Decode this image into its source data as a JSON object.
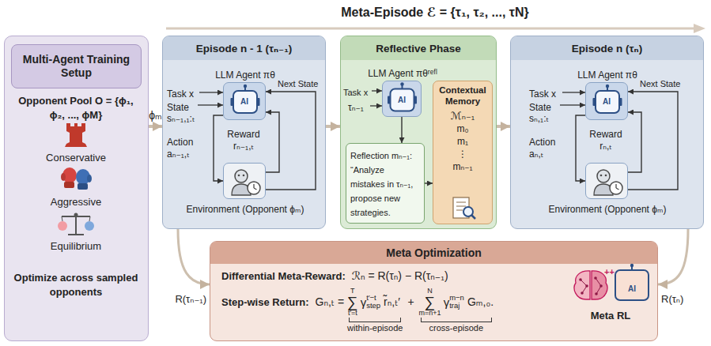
{
  "diagram": {
    "title": "Meta-Episode ℰ = {τ₁, τ₂, ..., τN}",
    "nodes": [
      {
        "text": [
          "Opponent Pool O = {ϕ₁, ϕ₂, ..., ϕM}",
          "Conservative",
          "Aggressive",
          "Equilibrium",
          "Optimize across sampled opponents"
        ]
      },
      {
        "text": [
          "Multi-Agent Training Setup"
        ],
        "in": 0
      },
      {
        "text": [
          "Episode n - 1 (τₙ₋₁)"
        ]
      },
      {
        "text": [
          "LLM Agent πθ",
          "AI"
        ],
        "in": 2
      },
      {
        "text": [
          "Environment (Opponent ϕₘ)"
        ],
        "in": 2
      },
      {
        "text": [
          "Reflective Phase"
        ]
      },
      {
        "text": [
          "LLM Agent πθʳᵉᶠˡ",
          "AI"
        ],
        "in": 5
      },
      {
        "text": [
          "Reflection mₙ₋₁: “Analyze mistakes in τₙ₋₁, propose new strategies."
        ],
        "in": 5
      },
      {
        "text": [
          "Contextual Memory",
          "ℳₙ₋₁",
          "m₀",
          "m₁",
          "⋮",
          "mₙ₋₁"
        ],
        "in": 5
      },
      {
        "text": [
          "Episode n (τₙ)"
        ]
      },
      {
        "text": [
          "LLM Agent πθ",
          "AI"
        ],
        "in": 9
      },
      {
        "text": [
          "Environment (Opponent ϕₘ)"
        ],
        "in": 9
      },
      {
        "text": [
          "Meta Optimization",
          "Differential Meta-Reward:",
          "ℛₙ = R(τₙ) − R(τₙ₋₁)",
          "Step-wise Return:",
          "Gₙ,ₜ =",
          "T",
          "∑",
          "t′=t",
          "γ",
          "step",
          "t′−t",
          "r̃ₙ,ₜ′",
          "+",
          "N",
          "∑",
          "m=n+1",
          "γ",
          "traj",
          "m−n",
          "Gₘ,₀.",
          "within-episode",
          "cross-episode",
          "Meta RL"
        ]
      }
    ],
    "edges": [
      {
        "from": 0,
        "to": 2,
        "arrow": "to",
        "label": "ϕₘ"
      },
      {
        "from": 2,
        "to": 5,
        "arrow": "to"
      },
      {
        "from": 5,
        "to": 9,
        "arrow": "to"
      },
      {
        "from": 3,
        "to": 4,
        "arrow": "to"
      },
      {
        "from": 4,
        "to": 3,
        "arrow": "to"
      },
      {
        "from": 4,
        "to": 3,
        "arrow": "to"
      },
      {
        "from": 6,
        "to": 7,
        "arrow": "to"
      },
      {
        "from": 7,
        "to": 8,
        "arrow": "to"
      },
      {
        "from": 10,
        "to": 11,
        "arrow": "to"
      },
      {
        "from": 11,
        "to": 10,
        "arrow": "to"
      },
      {
        "from": 11,
        "to": 10,
        "arrow": "to"
      },
      {
        "from": 2,
        "to": 12,
        "arrow": "to",
        "label": "R(τₙ₋₁)"
      },
      {
        "from": 9,
        "to": 12,
        "arrow": "to",
        "label": "R(τₙ)"
      }
    ],
    "labels": [
      "Task x",
      "State",
      "sₙ₋₁,₁:ₜ",
      "Next State",
      "Reward",
      "rₙ₋₁,ₜ",
      "Action",
      "aₙ₋₁,ₜ",
      "Task x",
      "τₙ₋₁",
      "Task x",
      "State",
      "sₙ,₁:ₜ",
      "Next State",
      "Reward",
      "rₙ,ₜ",
      "Action",
      "aₙ,ₜ",
      "++",
      "AI"
    ]
  }
}
